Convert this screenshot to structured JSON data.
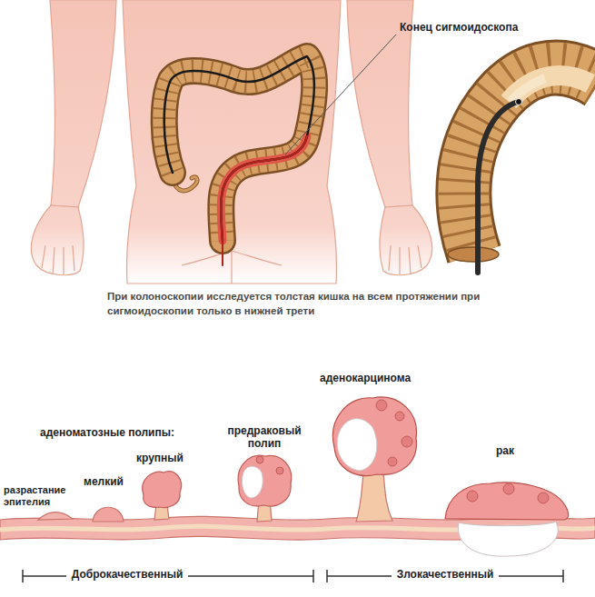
{
  "diagram": {
    "caption": "При колоноскопии исследуется толстая кишка на всем протяжении при сигмоидоскопии только в нижней трети",
    "labels": [
      "Конец сигмоидоскопа",
      "аденокарцинома",
      "аденоматозные полипы:",
      "предраковый полип",
      "крупный",
      "рак",
      "мелкий",
      "разрастание эпителия",
      "Доброкачественный",
      "Злокачественный"
    ]
  }
}
